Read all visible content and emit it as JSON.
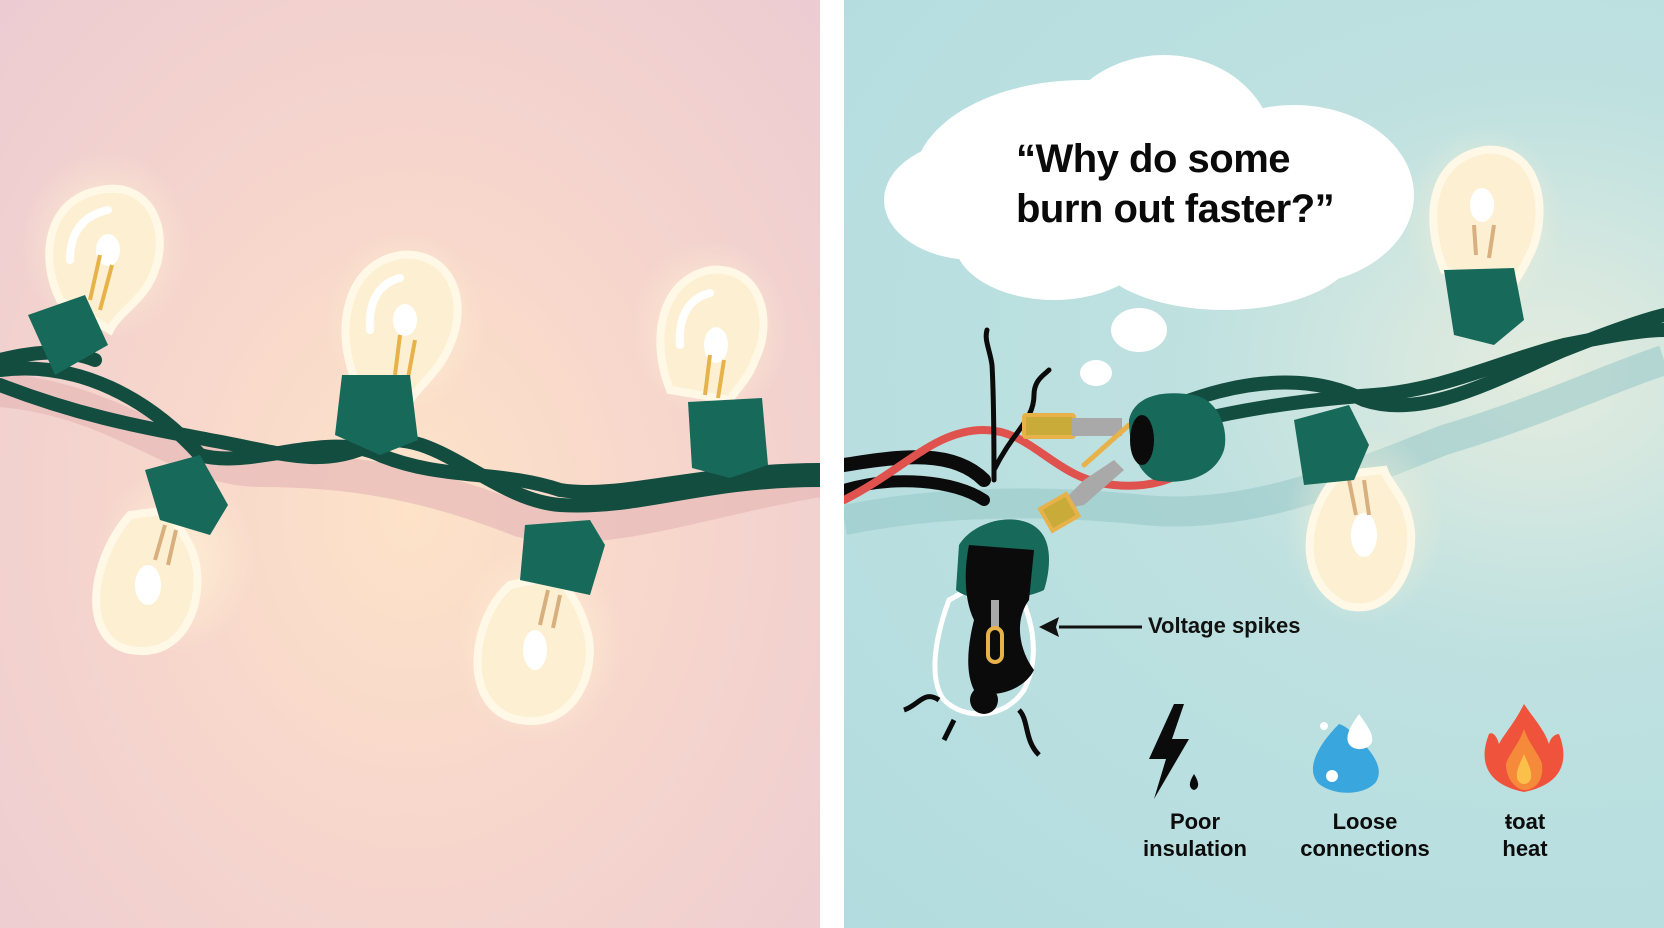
{
  "panels": {
    "left": {
      "description": "Healthy string of glowing bulbs",
      "background_color": "#f7d6cc",
      "bulb_count": 5
    },
    "right": {
      "description": "Damaged string of bulbs with questions about burnout",
      "background_color": "#b2dcdf",
      "bulb_count": 3
    }
  },
  "thought_bubble": {
    "line1": "“Why do some",
    "line2": "burn out faster?”"
  },
  "callout": {
    "label": "Voltage spikes",
    "icon": "pointer-arrow-icon"
  },
  "causes": [
    {
      "icon": "lightning-drop-icon",
      "line1": "Poor",
      "line2": "insulation"
    },
    {
      "icon": "water-drop-icon",
      "line1": "Loose",
      "line2": "connections"
    },
    {
      "icon": "flame-icon",
      "line1": "ŧoat",
      "line2": "heat"
    }
  ],
  "colors": {
    "cord": "#134d40",
    "socket": "#17695a",
    "bulb_glass": "#fdf0d2",
    "bulb_outline": "#fff8e6",
    "filament": "#e8b24a",
    "wire_red": "#e0524d",
    "wire_black": "#0b0b0b",
    "flame_outer": "#f0533b",
    "flame_inner": "#fbc04a",
    "drop_blue": "#3aa6de"
  }
}
